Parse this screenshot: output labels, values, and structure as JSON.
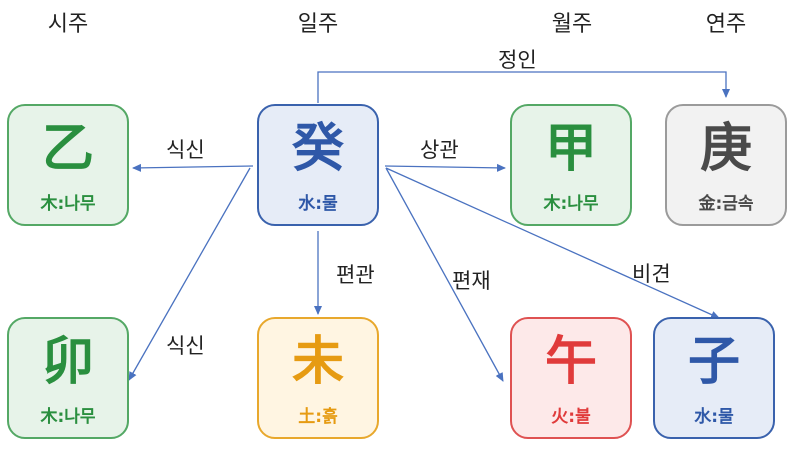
{
  "headers": {
    "hour": "시주",
    "day": "일주",
    "month": "월주",
    "year": "연주"
  },
  "cards": {
    "hour_stem": {
      "hanja": "乙",
      "element": "木:나무"
    },
    "day_stem": {
      "hanja": "癸",
      "element": "水:물"
    },
    "month_stem": {
      "hanja": "甲",
      "element": "木:나무"
    },
    "year_stem": {
      "hanja": "庚",
      "element": "金:금속"
    },
    "hour_branch": {
      "hanja": "卯",
      "element": "木:나무"
    },
    "day_branch": {
      "hanja": "未",
      "element": "土:흙"
    },
    "month_branch": {
      "hanja": "午",
      "element": "火:불"
    },
    "year_branch": {
      "hanja": "子",
      "element": "水:물"
    }
  },
  "relations": {
    "to_year_stem": "정인",
    "to_hour_stem": "식신",
    "to_month_stem": "상관",
    "to_hour_branch": "식신",
    "to_day_branch": "편관",
    "to_month_branch": "편재",
    "to_year_branch": "비견"
  },
  "colors": {
    "wood": "#2a8f3f",
    "water": "#2f58a8",
    "metal": "#4a4a4a",
    "earth": "#e69b12",
    "fire": "#e03b3b",
    "edge": "#4a72c0"
  }
}
